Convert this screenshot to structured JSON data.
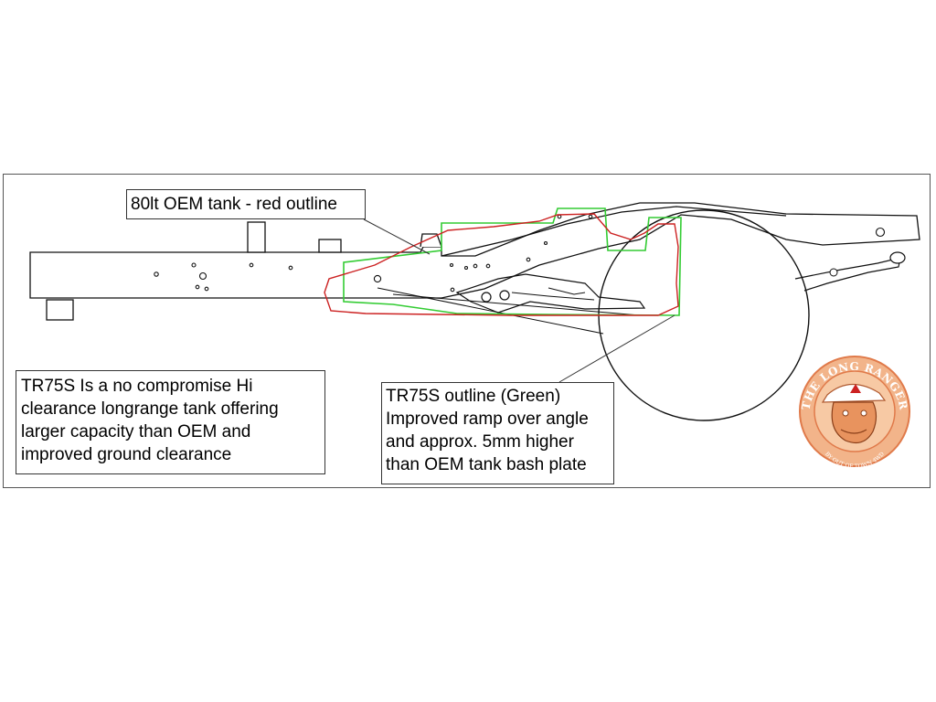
{
  "labels": {
    "oem_tank": "80lt OEM tank - red outline",
    "tr75s_outline": {
      "lines": [
        "TR75S  outline (Green)",
        "Improved ramp over angle",
        "and approx. 5mm higher",
        "than OEM tank bash plate"
      ]
    }
  },
  "note": {
    "lines": [
      "TR75S  Is a no compromise Hi",
      "clearance longrange tank offering",
      "larger capacity than OEM and",
      "improved ground clearance"
    ]
  },
  "logo": {
    "top_text": "THE LONG RANGER",
    "bottom_text": "BY OUT OF TOWN 4WD"
  },
  "colors": {
    "oem_outline": "#cc2222",
    "tr75s_outline": "#33cc33",
    "frame_line": "#111111",
    "logo_fill": "#f2b48a",
    "logo_ring": "#e07a4a"
  },
  "icons": {
    "logo": "bull-mascot-icon"
  }
}
